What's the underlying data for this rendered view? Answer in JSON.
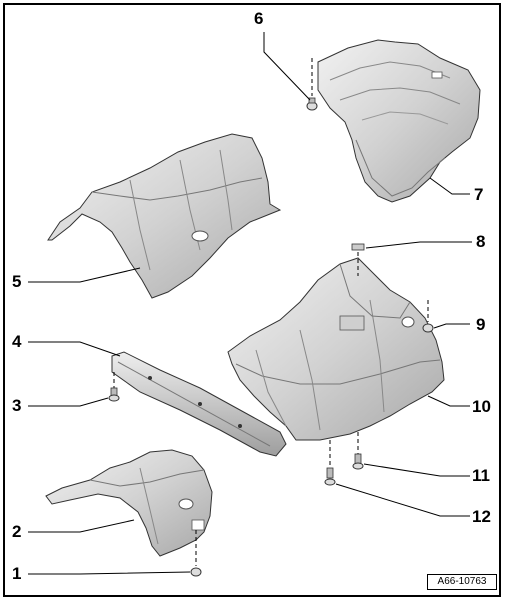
{
  "callouts": {
    "c1": "1",
    "c2": "2",
    "c3": "3",
    "c4": "4",
    "c5": "5",
    "c6": "6",
    "c7": "7",
    "c8": "8",
    "c9": "9",
    "c10": "10",
    "c11": "11",
    "c12": "12"
  },
  "reference_code": "A66-10763",
  "colors": {
    "shield_light": "#e6e6e6",
    "shield_mid": "#c8c8c8",
    "shield_dark": "#9a9a9a",
    "outline": "#333333",
    "leader": "#000000"
  }
}
